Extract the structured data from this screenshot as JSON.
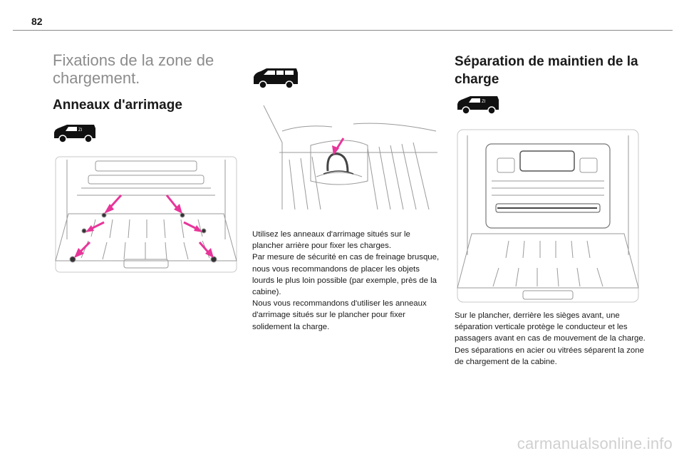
{
  "page": {
    "number": "82"
  },
  "left": {
    "title": "Fixations de la zone de chargement.",
    "subtitle": "Anneaux d'arrimage",
    "van_icon": "van-icon"
  },
  "middle": {
    "van_icon": "minibus-icon",
    "paragraph": "Utilisez les anneaux d'arrimage situés sur le plancher arrière pour fixer les charges.\nPar mesure de sécurité en cas de freinage brusque, nous vous recommandons de placer les objets lourds le plus loin possible (par exemple, près de la cabine).\nNous vous recommandons d'utiliser les anneaux d'arrimage situés sur le plancher pour fixer solidement la charge."
  },
  "right": {
    "title": "Séparation de maintien de la charge",
    "van_icon": "van-icon",
    "paragraph": "Sur le plancher, derrière les sièges avant, une séparation verticale protège le conducteur et les passagers avant en cas de mouvement de la charge.\nDes séparations en acier ou vitrées séparent la zone de chargement de la cabine."
  },
  "colors": {
    "arrow": "#e8359a",
    "line": "#9a9a9a",
    "icon": "#111111"
  },
  "watermark": "carmanualsonline.info"
}
